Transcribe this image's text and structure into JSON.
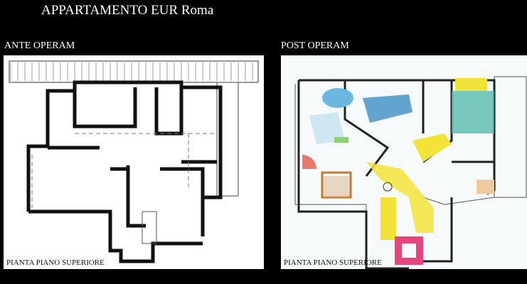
{
  "page": {
    "title": "APPARTAMENTO EUR Roma"
  },
  "ante": {
    "label": "ANTE OPERAM",
    "caption": "PIANTA PIANO SUPERIORE"
  },
  "post": {
    "label": "POST OPERAM",
    "caption": "PIANTA PIANO SUPERIORE"
  },
  "colors": {
    "background": "#000000",
    "text": "#ffffff",
    "wall": "#111111",
    "accent_pink": "#e8457f",
    "accent_yellow": "#f2e23a",
    "accent_teal": "#4fb7a8",
    "accent_blue": "#6ab8e0"
  }
}
